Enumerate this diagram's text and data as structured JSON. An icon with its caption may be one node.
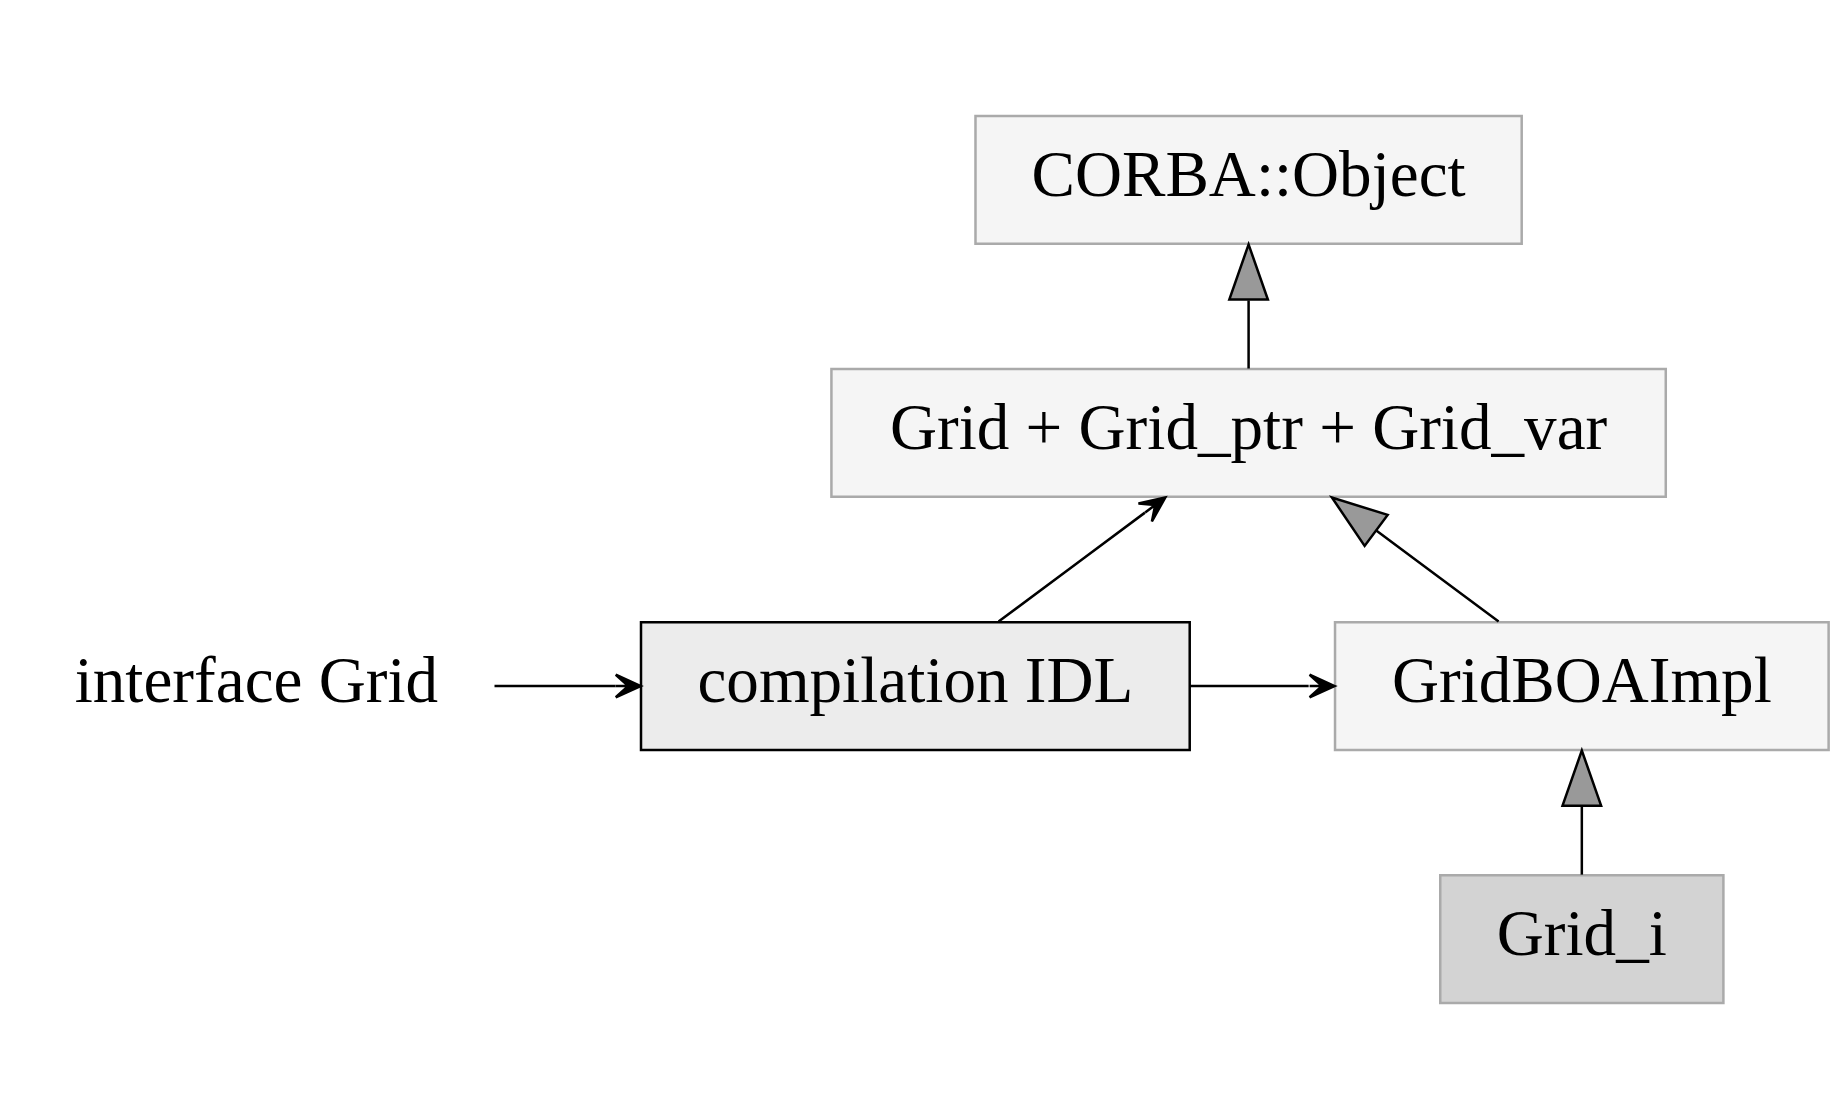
{
  "diagram": {
    "nodes": [
      {
        "text": [
          "interface Grid"
        ]
      },
      {
        "text": [
          "compilation IDL"
        ]
      },
      {
        "text": [
          "CORBA::Object"
        ]
      },
      {
        "text": [
          "Grid + Grid_ptr + Grid_var"
        ]
      },
      {
        "text": [
          "GridBOAImpl"
        ]
      },
      {
        "text": [
          "Grid_i"
        ]
      }
    ],
    "edges": [
      {
        "from": 0,
        "to": 1,
        "arrow": "to"
      },
      {
        "from": 1,
        "to": 3,
        "arrow": "to"
      },
      {
        "from": 1,
        "to": 4,
        "arrow": "to"
      },
      {
        "from": 3,
        "to": 2,
        "arrow": "to"
      },
      {
        "from": 4,
        "to": 3,
        "arrow": "to"
      },
      {
        "from": 5,
        "to": 4,
        "arrow": "to"
      }
    ]
  }
}
